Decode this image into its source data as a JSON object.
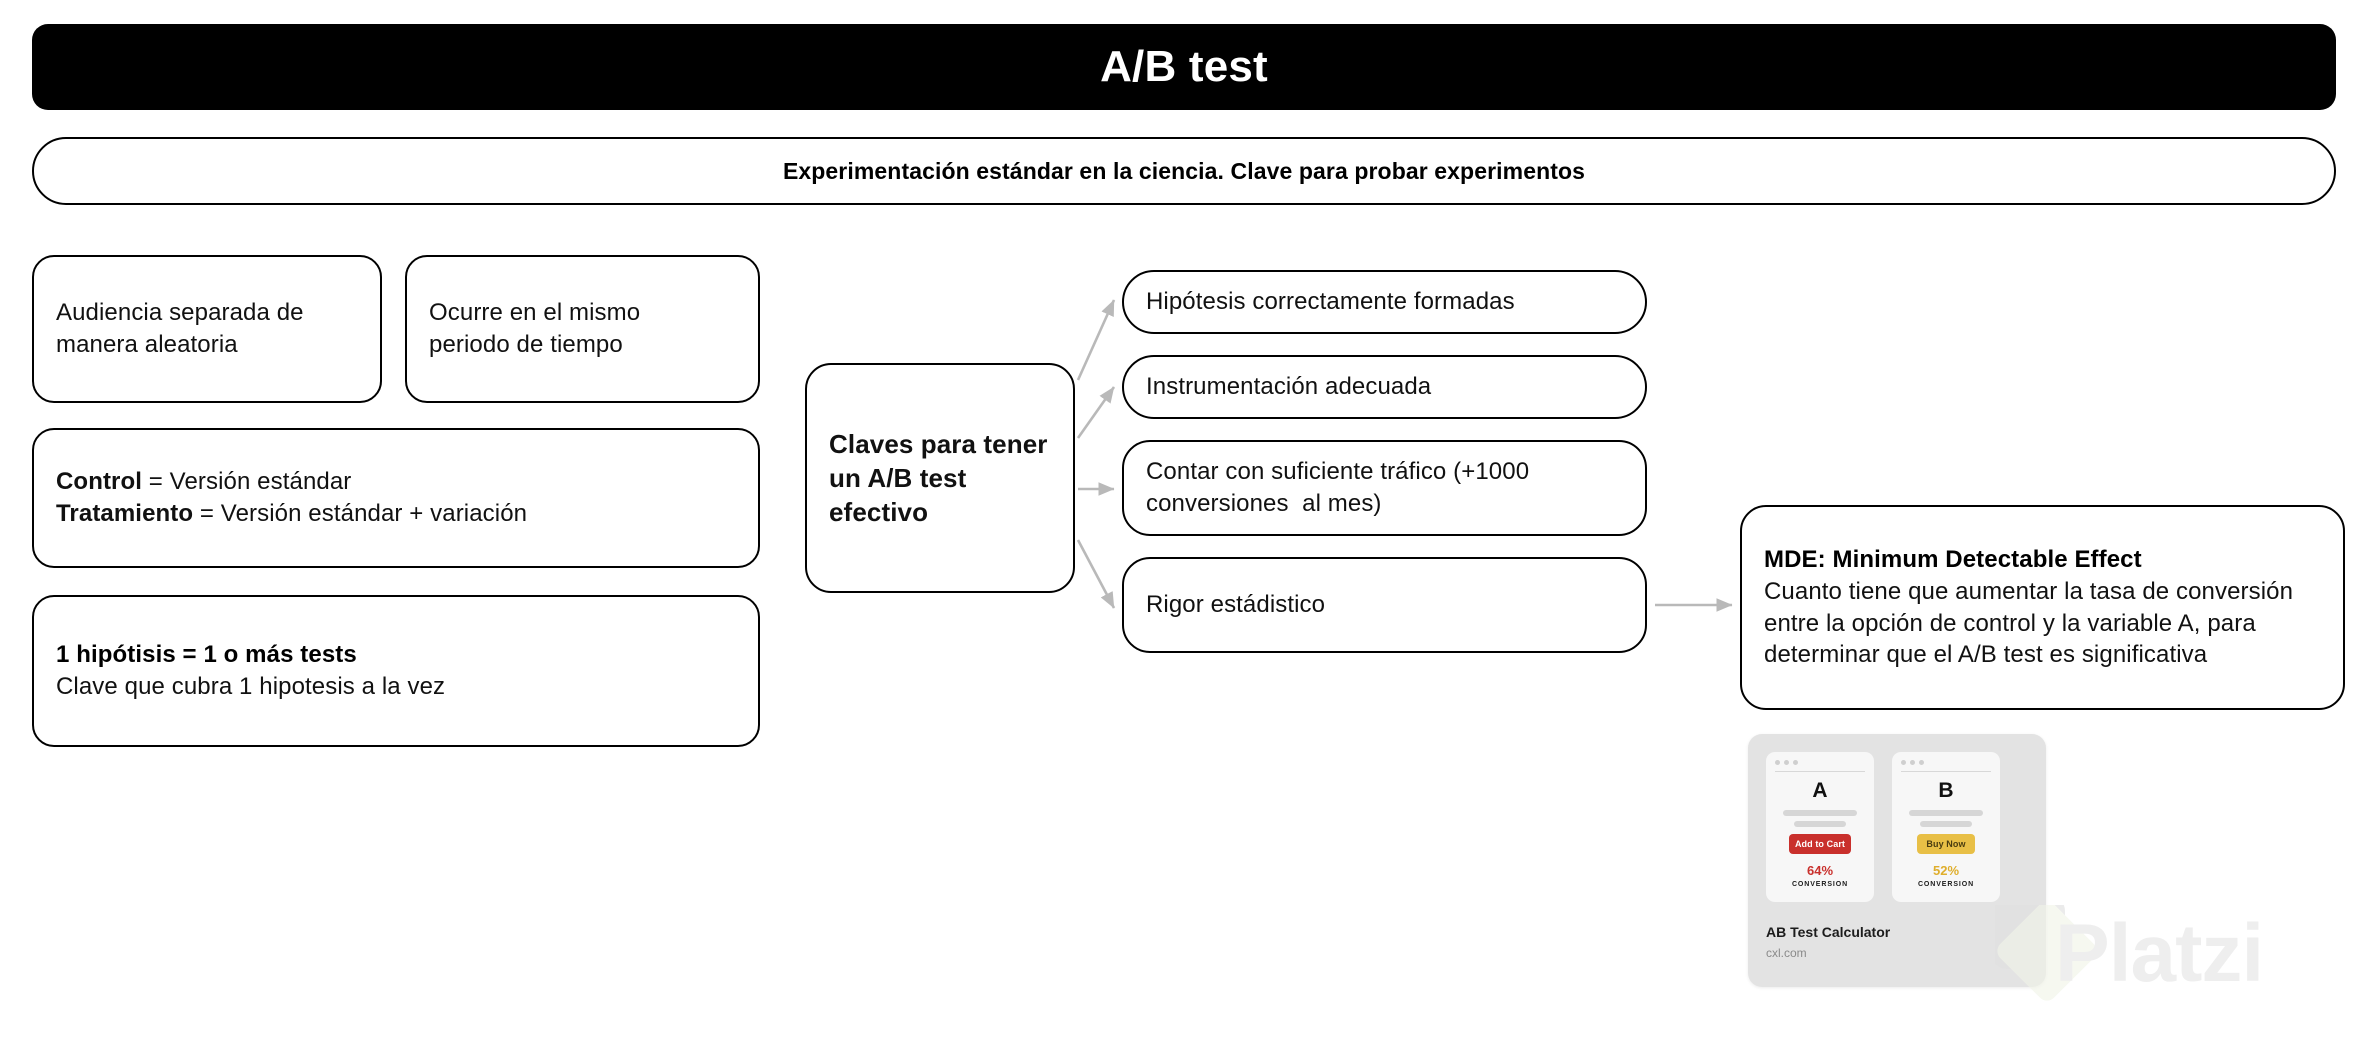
{
  "header": {
    "title": "A/B test",
    "subtitle": "Experimentación estándar en la ciencia. Clave para probar experimentos"
  },
  "left_column": {
    "audiencia": {
      "line1": "Audiencia separada de",
      "line2": "manera aleatoria"
    },
    "ocurre": {
      "line1": "Ocurre en el mismo",
      "line2": "periodo de tiempo"
    },
    "definiciones": {
      "control_term": "Control",
      "control_def": " = Versión estándar",
      "tratamiento_term": "Tratamiento",
      "tratamiento_def": " = Versión estándar + variación"
    },
    "hipotisis": {
      "line1": "1 hipótisis = 1 o más tests",
      "line2": "Clave que cubra 1 hipotesis a la vez"
    }
  },
  "center": {
    "claves_line1": "Claves para tener",
    "claves_line2": "un A/B test efectivo"
  },
  "keys": [
    {
      "label": "Hipótesis correctamente formadas"
    },
    {
      "label": "Instrumentación adecuada"
    },
    {
      "label_line1": "Contar con suficiente tráfico (+1000",
      "label_line2": "conversiones  al mes)"
    },
    {
      "label": "Rigor estádistico"
    }
  ],
  "mde": {
    "title": "MDE: Minimum Detectable Effect",
    "line1": "Cuanto tiene que aumentar la tasa de conversión",
    "line2": "entre la opción de control y la variable A, para",
    "line3": "determinar que el A/B test es significativa"
  },
  "calculator": {
    "title": "AB Test Calculator",
    "source": "cxl.com",
    "variants": [
      {
        "letter": "A",
        "cta": "Add to Cart",
        "percent": "64%",
        "conversion_label": "CONVERSION",
        "color": "#c9302c"
      },
      {
        "letter": "B",
        "cta": "Buy Now",
        "percent": "52%",
        "conversion_label": "CONVERSION",
        "color": "#e8bf46"
      }
    ]
  },
  "watermark": {
    "brand": "Platzi"
  },
  "colors": {
    "header_bg": "#000000",
    "header_text": "#ffffff",
    "node_border": "#000000",
    "connector": "#b9b9b9",
    "card_bg": "#e3e3e3",
    "pane_bg": "#f7f7f7",
    "watermark": "#eeeeee"
  }
}
